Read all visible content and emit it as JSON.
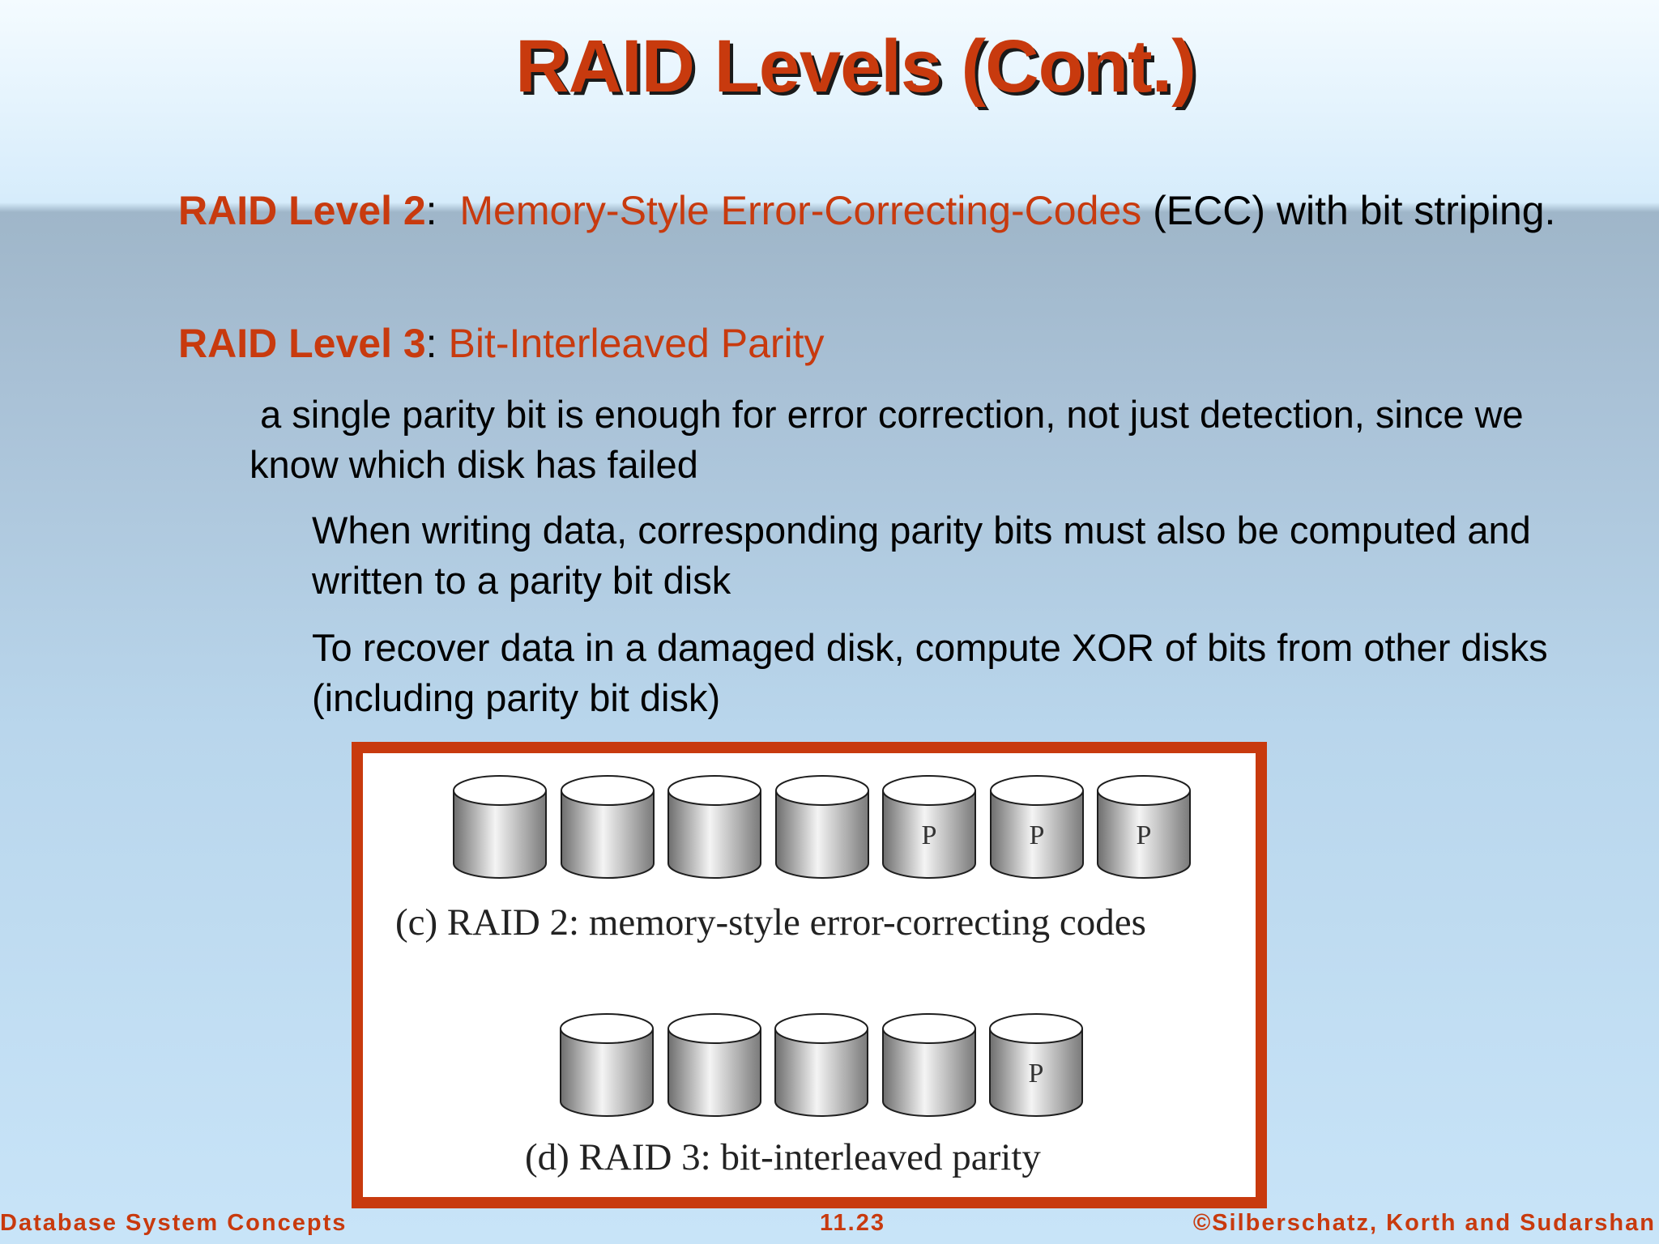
{
  "title": "RAID Levels (Cont.)",
  "bullets": {
    "raid2": {
      "heading": "RAID Level 2",
      "sep": ":  ",
      "name": "Memory-Style Error-Correcting-Codes",
      "rest": " (ECC) with bit striping."
    },
    "raid3": {
      "heading": "RAID Level 3",
      "sep": ": ",
      "name": "Bit-Interleaved Parity"
    },
    "sub1": " a single parity bit is enough for error correction, not just detection, since we know which disk has failed",
    "sub2": "When writing data, corresponding parity bits must also be computed and written to a parity bit disk",
    "sub3": "To recover data in a damaged disk, compute XOR of bits from other disks (including parity bit disk)"
  },
  "figure": {
    "raid2": {
      "caption": "(c) RAID 2: memory-style error-correcting codes",
      "disks": [
        "",
        "",
        "",
        "",
        "P",
        "P",
        "P"
      ]
    },
    "raid3": {
      "caption": "(d) RAID 3: bit-interleaved parity",
      "disks": [
        "",
        "",
        "",
        "",
        "P"
      ]
    },
    "border_color": "#c83a0e"
  },
  "footer": {
    "left": "Database System Concepts",
    "center": "11.23",
    "right": "©Silberschatz, Korth and Sudarshan"
  },
  "colors": {
    "accent": "#c83a0e",
    "text": "#000000"
  }
}
